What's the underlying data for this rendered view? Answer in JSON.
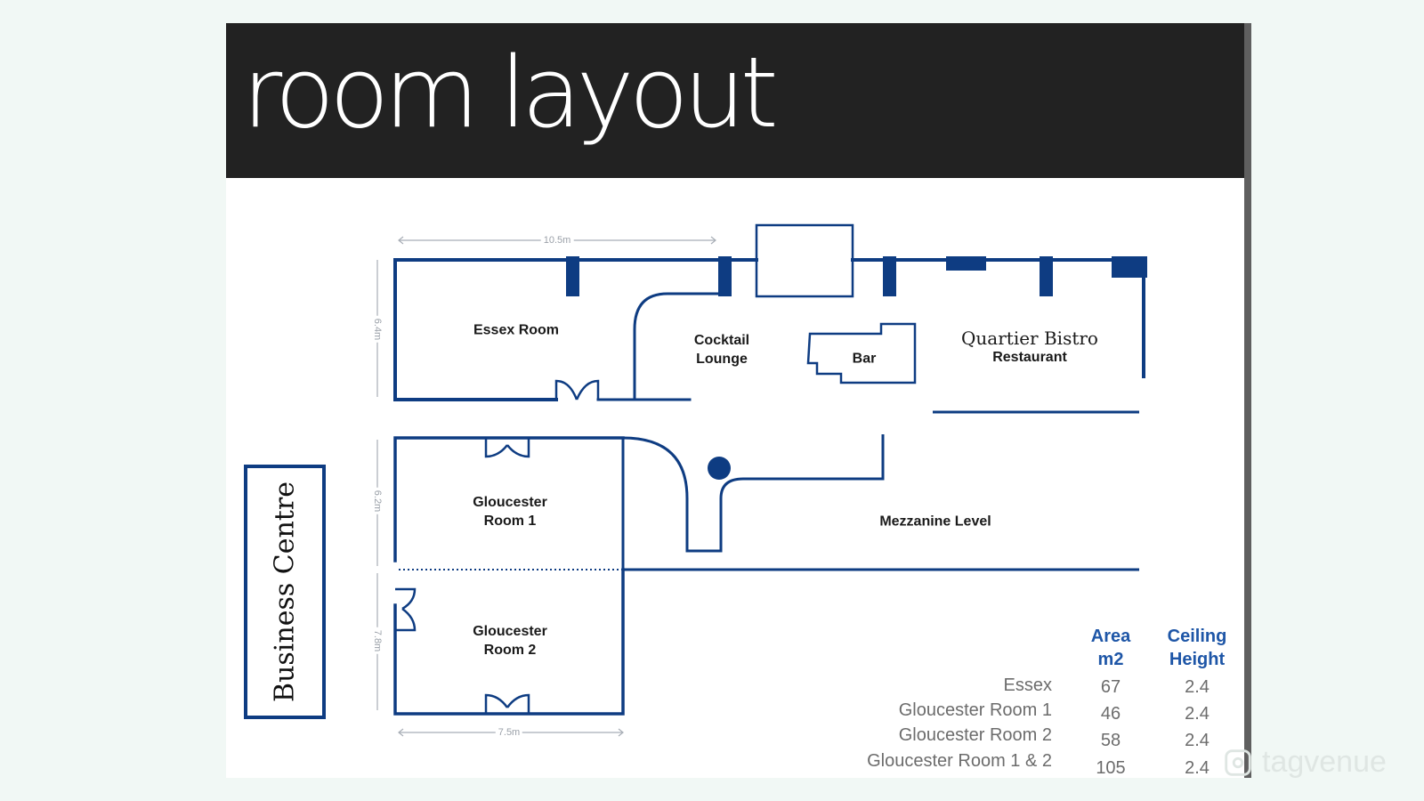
{
  "header": {
    "title": "room layout"
  },
  "plan": {
    "rooms": {
      "essex": "Essex Room",
      "cocktail_line1": "Cocktail",
      "cocktail_line2": "Lounge",
      "bar": "Bar",
      "bistro_line1": "Quartier Bistro",
      "bistro_line2": "Restaurant",
      "gloucester1_line1": "Gloucester",
      "gloucester1_line2": "Room 1",
      "gloucester2_line1": "Gloucester",
      "gloucester2_line2": "Room 2",
      "mezzanine": "Mezzanine Level",
      "business_centre": "Business Centre"
    },
    "dimensions": {
      "top_width": "10.5m",
      "essex_height": "6.4m",
      "g1_height": "6.2m",
      "g2_height": "7.8m",
      "bottom_width": "7.5m"
    }
  },
  "table": {
    "headers": {
      "area_line1": "Area",
      "area_line2": "m2",
      "ceiling_line1": "Ceiling",
      "ceiling_line2": "Height"
    },
    "rows": [
      {
        "name": "Essex",
        "area": "67",
        "height": "2.4"
      },
      {
        "name": "Gloucester Room 1",
        "area": "46",
        "height": "2.4"
      },
      {
        "name": "Gloucester Room 2",
        "area": "58",
        "height": "2.4"
      },
      {
        "name": "Gloucester Room 1 & 2",
        "area": "105",
        "height": "2.4"
      }
    ]
  },
  "watermark": {
    "text": "tagvenue"
  },
  "colors": {
    "wall": "#0e3c82",
    "header_bg": "#222222",
    "table_header": "#1e56a7"
  }
}
